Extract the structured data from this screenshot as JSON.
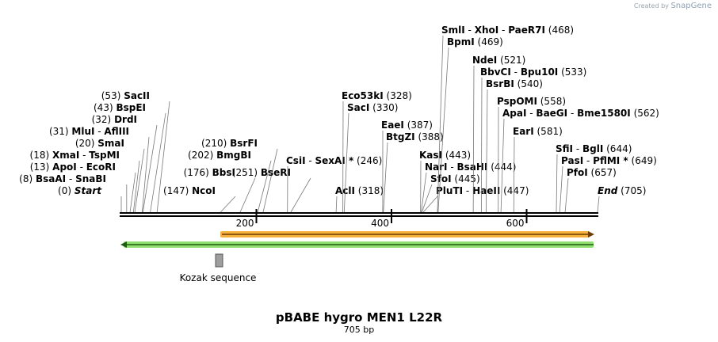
{
  "credit": {
    "prefix": "Created by",
    "brand": "SnapGene"
  },
  "title": "pBABE hygro MEN1 L22R",
  "length_label": "705 bp",
  "feature_label": "Kozak sequence",
  "ruler": {
    "ticks": [
      {
        "bp": 200,
        "label": "200"
      },
      {
        "bp": 400,
        "label": "400"
      },
      {
        "bp": 600,
        "label": "600"
      }
    ]
  },
  "sites": [
    {
      "names": [
        "Start"
      ],
      "pos": "(0)",
      "bp": 0,
      "side": "left",
      "start": true
    },
    {
      "names": [
        "BsaAI",
        "SnaBI"
      ],
      "pos": "(8)",
      "bp": 8,
      "side": "left"
    },
    {
      "names": [
        "ApoI",
        "EcoRI"
      ],
      "pos": "(13)",
      "bp": 13,
      "side": "left"
    },
    {
      "names": [
        "XmaI",
        "TspMI"
      ],
      "pos": "(18)",
      "bp": 18,
      "side": "left"
    },
    {
      "names": [
        "SmaI"
      ],
      "pos": "(20)",
      "bp": 20,
      "side": "left"
    },
    {
      "names": [
        "MluI",
        "AflIII"
      ],
      "pos": "(31)",
      "bp": 31,
      "side": "left"
    },
    {
      "names": [
        "DrdI"
      ],
      "pos": "(32)",
      "bp": 32,
      "side": "left"
    },
    {
      "names": [
        "BspEI"
      ],
      "pos": "(43)",
      "bp": 43,
      "side": "left"
    },
    {
      "names": [
        "SacII"
      ],
      "pos": "(53)",
      "bp": 53,
      "side": "left"
    },
    {
      "names": [
        "NcoI"
      ],
      "pos": "(147)",
      "bp": 147,
      "side": "left"
    },
    {
      "names": [
        "BbsI"
      ],
      "pos": "(176)",
      "bp": 176,
      "side": "left"
    },
    {
      "names": [
        "BmgBI"
      ],
      "pos": "(202)",
      "bp": 202,
      "side": "left"
    },
    {
      "names": [
        "BsrFI"
      ],
      "pos": "(210)",
      "bp": 210,
      "side": "left"
    },
    {
      "names": [
        "BseRI"
      ],
      "pos": "(251)",
      "bp": 251,
      "side": "left"
    },
    {
      "names": [
        "CsiI",
        "SexAI *"
      ],
      "pos": "(246)",
      "bp": 246,
      "side": "right"
    },
    {
      "names": [
        "AclI"
      ],
      "pos": "(318)",
      "bp": 318,
      "side": "right"
    },
    {
      "names": [
        "BtgZI"
      ],
      "pos": "(388)",
      "bp": 388,
      "side": "right"
    },
    {
      "names": [
        "EaeI"
      ],
      "pos": "(387)",
      "bp": 387,
      "side": "right"
    },
    {
      "names": [
        "SacI"
      ],
      "pos": "(330)",
      "bp": 330,
      "side": "right"
    },
    {
      "names": [
        "Eco53kI"
      ],
      "pos": "(328)",
      "bp": 328,
      "side": "right"
    },
    {
      "names": [
        "PluTI",
        "HaeII"
      ],
      "pos": "(447)",
      "bp": 447,
      "side": "right"
    },
    {
      "names": [
        "SfoI"
      ],
      "pos": "(445)",
      "bp": 445,
      "side": "right"
    },
    {
      "names": [
        "NarI",
        "BsaHI"
      ],
      "pos": "(444)",
      "bp": 444,
      "side": "right"
    },
    {
      "names": [
        "KasI"
      ],
      "pos": "(443)",
      "bp": 443,
      "side": "right"
    },
    {
      "names": [
        "BpmI"
      ],
      "pos": "(469)",
      "bp": 469,
      "side": "right"
    },
    {
      "names": [
        "SmlI",
        "XhoI",
        "PaeR7I"
      ],
      "pos": "(468)",
      "bp": 468,
      "side": "right"
    },
    {
      "names": [
        "NdeI"
      ],
      "pos": "(521)",
      "bp": 521,
      "side": "right"
    },
    {
      "names": [
        "BbvCI",
        "Bpu10I"
      ],
      "pos": "(533)",
      "bp": 533,
      "side": "right"
    },
    {
      "names": [
        "BsrBI"
      ],
      "pos": "(540)",
      "bp": 540,
      "side": "right"
    },
    {
      "names": [
        "PspOMI"
      ],
      "pos": "(558)",
      "bp": 558,
      "side": "right"
    },
    {
      "names": [
        "ApaI",
        "BaeGI",
        "Bme1580I"
      ],
      "pos": "(562)",
      "bp": 562,
      "side": "right"
    },
    {
      "names": [
        "EarI"
      ],
      "pos": "(581)",
      "bp": 581,
      "side": "right"
    },
    {
      "names": [
        "SfiI",
        "BglI"
      ],
      "pos": "(644)",
      "bp": 644,
      "side": "right"
    },
    {
      "names": [
        "PasI",
        "PflMI *"
      ],
      "pos": "(649)",
      "bp": 649,
      "side": "right"
    },
    {
      "names": [
        "PfoI"
      ],
      "pos": "(657)",
      "bp": 657,
      "side": "right"
    },
    {
      "names": [
        "End"
      ],
      "pos": "(705)",
      "bp": 705,
      "side": "right",
      "start": true
    }
  ],
  "colors": {
    "orange": "#f7a21b",
    "orange_dark": "#6b3d00",
    "green": "#7ed957",
    "green_dark": "#1e5b12",
    "kozak": "#9e9e9e"
  }
}
